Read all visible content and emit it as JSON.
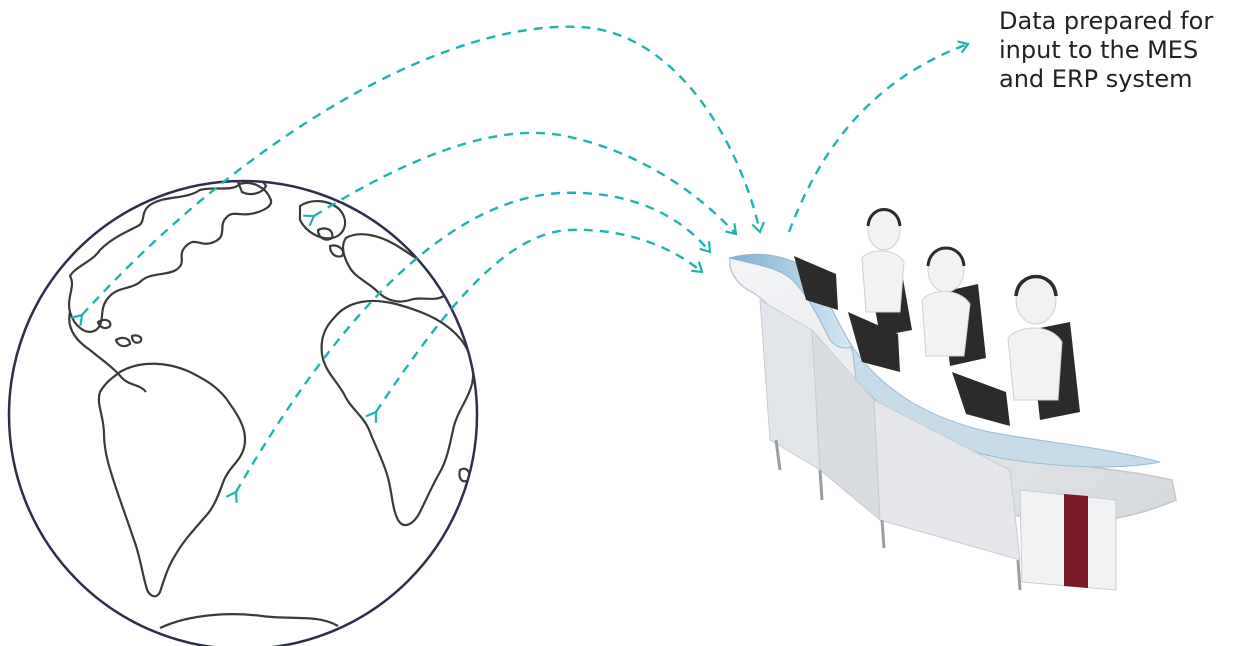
{
  "caption": {
    "lines": [
      "Data prepared for",
      "input to the MES",
      "and ERP system"
    ]
  },
  "colors": {
    "arrow": "#22b3ae",
    "globe_outline": "#2c2f4a",
    "land_outline": "#3a3a3a",
    "desk_body": "#e9ebee",
    "desk_top": "#9fc6e0",
    "desk_accent": "#7a1a28",
    "figure": "#f2f2f2",
    "chair": "#2b2b2b"
  },
  "icons": {
    "globe": "globe-icon",
    "control_room": "control-room-operators-icon"
  }
}
